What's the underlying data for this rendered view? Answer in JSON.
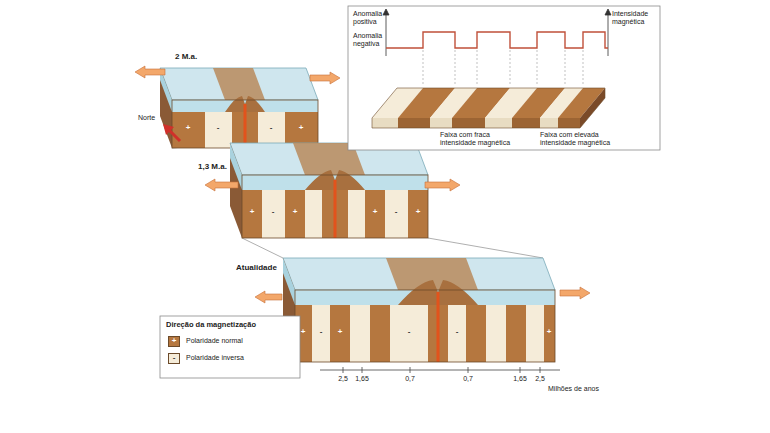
{
  "diagram": {
    "labels": [
      "2 M.a.",
      "Norte",
      "Anomalia positiva",
      "Anomalia negativa",
      "Intensidade magnética",
      "Faixa com fraca intensidade magnética",
      "Faixa com elevada intensidade magnética",
      "+",
      "-",
      "-",
      "+",
      "1,3 M.a.",
      "+",
      "-",
      "+",
      "+",
      "-",
      "+",
      "Atualidade",
      "+",
      "-",
      "+",
      "-",
      "-",
      "+",
      "Direção da magnetização",
      "+",
      "-",
      "2,5",
      "1,65",
      "0,7",
      "0,7",
      "1,65",
      "2,5",
      "Milhões de anos"
    ],
    "legend": [
      {
        "text": "Polaridade normal",
        "color": "#b5773f"
      },
      {
        "text": "Polaridade inversa",
        "color": "#f5ecd9"
      }
    ]
  }
}
